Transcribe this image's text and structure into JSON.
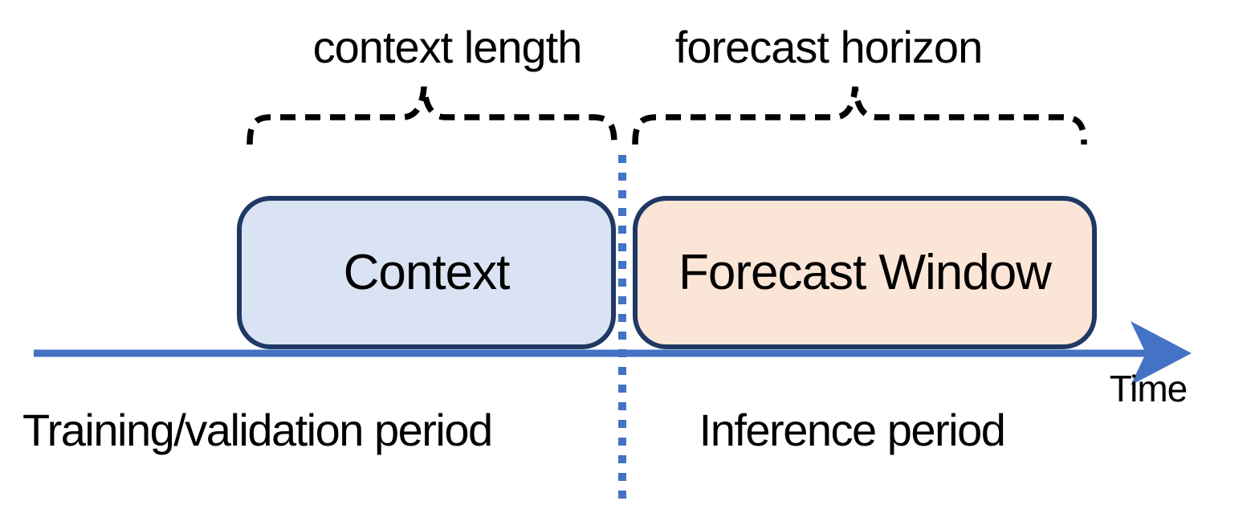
{
  "labels": {
    "context_length": "context length",
    "forecast_horizon": "forecast horizon",
    "context_box": "Context",
    "forecast_window_box": "Forecast Window",
    "training_period": "Training/validation period",
    "inference_period": "Inference period",
    "time_axis": "Time"
  },
  "colors": {
    "background": "#FFFFFF",
    "text_black": "#000000",
    "brace_black": "#000000",
    "box_border": "#1F3864",
    "context_box_fill": "#DAE3F3",
    "forecast_box_fill": "#FBE5D6",
    "timeline_blue": "#4472C4",
    "divider_blue": "#4472C4"
  }
}
